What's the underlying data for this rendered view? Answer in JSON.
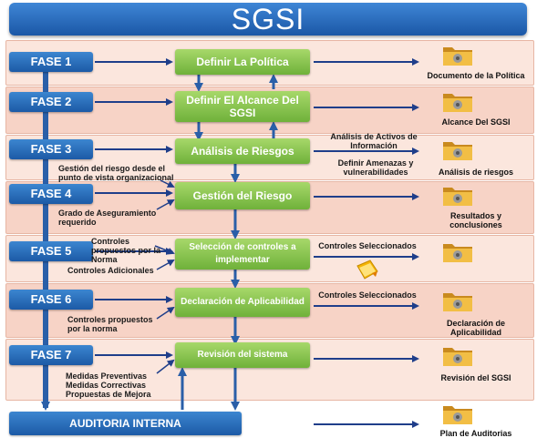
{
  "title": "SGSI",
  "phases": [
    "FASE 1",
    "FASE 2",
    "FASE 3",
    "FASE 4",
    "FASE 5",
    "FASE 6",
    "FASE 7"
  ],
  "steps": [
    "Definir La Política",
    "Definir El Alcance Del SGSI",
    "Análisis de Riesgos",
    "Gestión del Riesgo",
    "Selección de controles a implementar",
    "Declaración de Aplicabilidad",
    "Revisión del sistema"
  ],
  "audit": "AUDITORIA INTERNA",
  "outputs": [
    "Documento de la Política",
    "Alcance Del SGSI",
    "Análisis de riesgos",
    "Resultados y conclusiones",
    "",
    "Declaración de Aplicabilidad",
    "Revisión del SGSI",
    "Plan de Auditorias"
  ],
  "arrow_labels": {
    "activos": "Análisis de Activos de Información",
    "amenazas": "Definir Amenazas y vulnerabilidades",
    "sel1": "Controles Seleccionados",
    "sel2": "Controles Seleccionados"
  },
  "inputs": {
    "gestion_riesgo": "Gestión del riesgo desde el punto de vista organizacional",
    "aseguramiento": "Grado de Aseguramiento requerido",
    "controles_norma5": "Controles propuestos por la Norma",
    "adicionales": "Controles Adicionales",
    "controles_norma6": "Controles propuestos por la norma",
    "medidas": "Medidas Preventivas Medidas Correctivas Propuestas de Mejora"
  },
  "icons": [
    "folder-icon",
    "notes-icon"
  ],
  "colors": {
    "phase_blue": "#1c5aa6",
    "step_green": "#6fb13a",
    "band": "#fbe6dd"
  }
}
